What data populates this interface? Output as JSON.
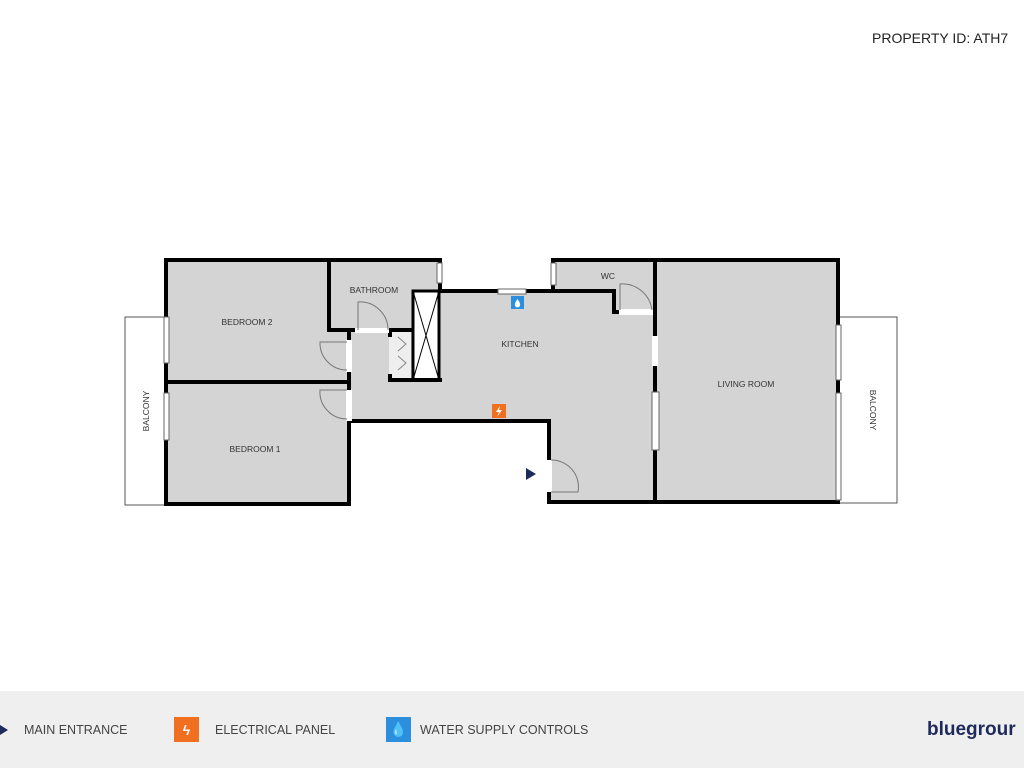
{
  "header": {
    "property_id": "PROPERTY ID: ATH7"
  },
  "rooms": {
    "bedroom2": "BEDROOM 2",
    "bedroom1": "BEDROOM 1",
    "bathroom": "BATHROOM",
    "kitchen": "KITCHEN",
    "wc": "WC",
    "living_room": "LIVING ROOM",
    "balcony_left": "BALCONY",
    "balcony_right": "BALCONY"
  },
  "legend": {
    "main_entrance": "MAIN ENTRANCE",
    "electrical_panel": "ELECTRICAL PANEL",
    "water_supply": "WATER SUPPLY CONTROLS"
  },
  "logo": "bluegrour",
  "colors": {
    "room_fill": "#d4d4d4",
    "electrical": "#f07020",
    "water": "#2b8fde",
    "entrance": "#1f2a5c",
    "legend_bg": "#efefef"
  }
}
